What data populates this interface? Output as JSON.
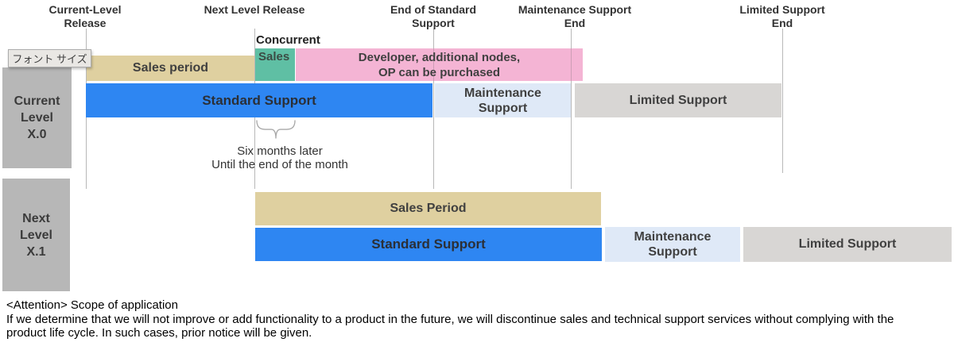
{
  "colors": {
    "sales_tan": "#dfd0a0",
    "concurrent_teal": "#5fbfa4",
    "developer_pink": "#f4b4d4",
    "standard_blue": "#2e86f2",
    "maintenance_light_blue": "#dfe9f7",
    "limited_gray": "#d8d6d4",
    "level_box_gray": "#b7b7b7",
    "milestone_line_gray": "#b8b8b8"
  },
  "tooltip": {
    "label": "フォント サイズ"
  },
  "timeline_labels": {
    "current_level_release_line1": "Current-Level",
    "current_level_release_line2": "Release",
    "next_level_release": "Next Level Release",
    "end_of_standard_line1": "End of Standard",
    "end_of_standard_line2": "Support",
    "maintenance_end_line1": "Maintenance Support",
    "maintenance_end_line2": "End",
    "limited_end_line1": "Limited Support",
    "limited_end_line2": "End"
  },
  "current_level": {
    "title_line1": "Current",
    "title_line2": "Level",
    "title_line3": "X.0",
    "sales_bar": "Sales period",
    "concurrent_label": "Concurrent",
    "concurrent_bar": "Sales",
    "developer_bar_line1": "Developer, additional nodes,",
    "developer_bar_line2": "OP can be purchased",
    "standard_bar": "Standard Support",
    "maintenance_bar_line1": "Maintenance",
    "maintenance_bar_line2": "Support",
    "limited_bar": "Limited Support",
    "annotation_line1": "Six months later",
    "annotation_line2": "Until the end of the month"
  },
  "next_level": {
    "title_line1": "Next",
    "title_line2": "Level",
    "title_line3": "X.1",
    "sales_bar": "Sales Period",
    "standard_bar": "Standard Support",
    "maintenance_bar_line1": "Maintenance",
    "maintenance_bar_line2": "Support",
    "limited_bar": "Limited Support"
  },
  "attention": {
    "line1": "<Attention> Scope of application",
    "line2": "If we determine that we will not improve or add functionality to a product in the future, we will discontinue sales and technical support services without complying with the",
    "line3": "product life cycle. In such cases, prior notice will be given."
  }
}
